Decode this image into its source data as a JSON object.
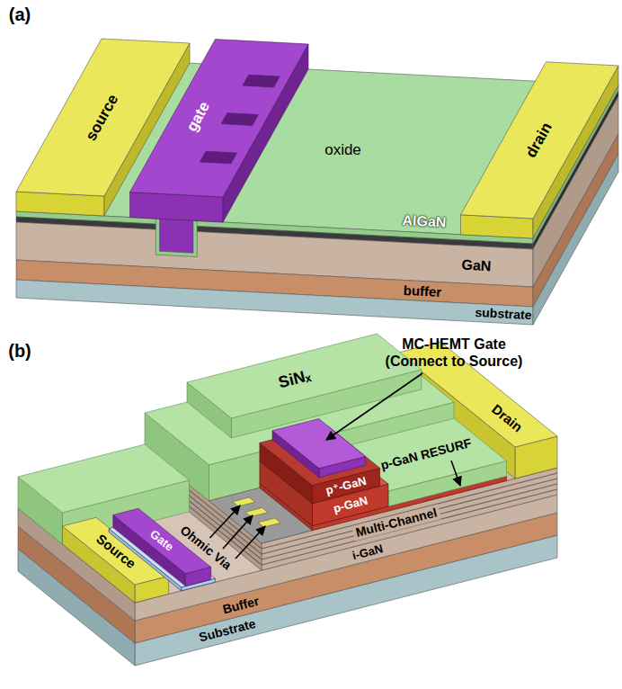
{
  "diagram": {
    "labels": [
      "(a)",
      "gate",
      "source",
      "oxide",
      "AlGaN",
      "drain",
      "GaN",
      "buffer",
      "substrate",
      "(b)",
      "MC-HEMT Gate (Connect to Source)",
      "SiNₓ",
      "Ohmic Via",
      "p⁺-GaN",
      "p-GaN RESURF",
      "p-GaN",
      "Drain",
      "Source",
      "Gate",
      "Multi-Channel",
      "i-GaN",
      "Buffer",
      "Substrate"
    ]
  }
}
